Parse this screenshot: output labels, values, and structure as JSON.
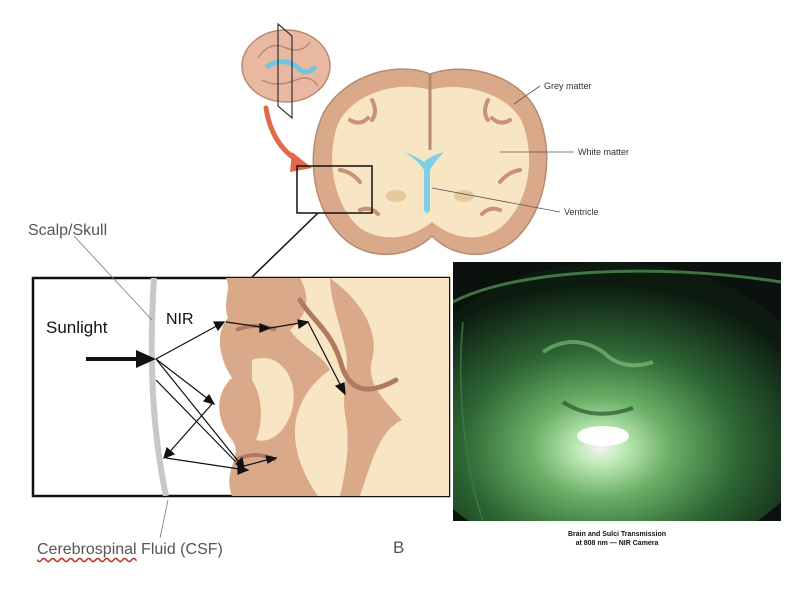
{
  "labels": {
    "grey_matter": "Grey matter",
    "white_matter": "White matter",
    "ventricle": "Ventricle",
    "scalp_skull": "Scalp/Skull",
    "sunlight": "Sunlight",
    "nir": "NIR",
    "csf_word": "Cerebrospinal",
    "csf_rest": " Fluid (CSF)",
    "panel_b": "B"
  },
  "nir_panel": {
    "caption_line1": "Brain and Sulci Transmission",
    "caption_line2": "at 808 nm — NIR Camera"
  },
  "colors": {
    "grey_matter": "#d9a98a",
    "white_matter": "#f8e5c4",
    "ventricle": "#7fd0e6",
    "skull": "#c8c8c8",
    "arrow_red": "#e06a4b",
    "nir_glow": "#c9f5c0"
  }
}
